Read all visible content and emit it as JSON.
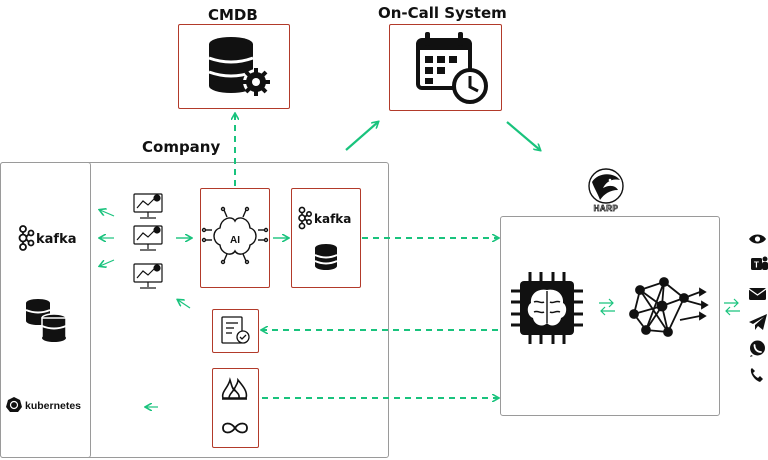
{
  "diagram": {
    "cmdb_label": "CMDB",
    "oncall_label": "On-Call System",
    "company_label": "Company",
    "harp_label": "HARP",
    "kafka_label_left": "kafka",
    "kafka_label_stream": "kafka",
    "kubernetes_label": "kubernetes",
    "ai_label": "AI",
    "accent_color": "#19c37d",
    "border_color": "#b23a2a",
    "channels": [
      "eye-icon",
      "teams-icon",
      "mail-icon",
      "telegram-icon",
      "whatsapp-icon",
      "phone-icon"
    ]
  }
}
